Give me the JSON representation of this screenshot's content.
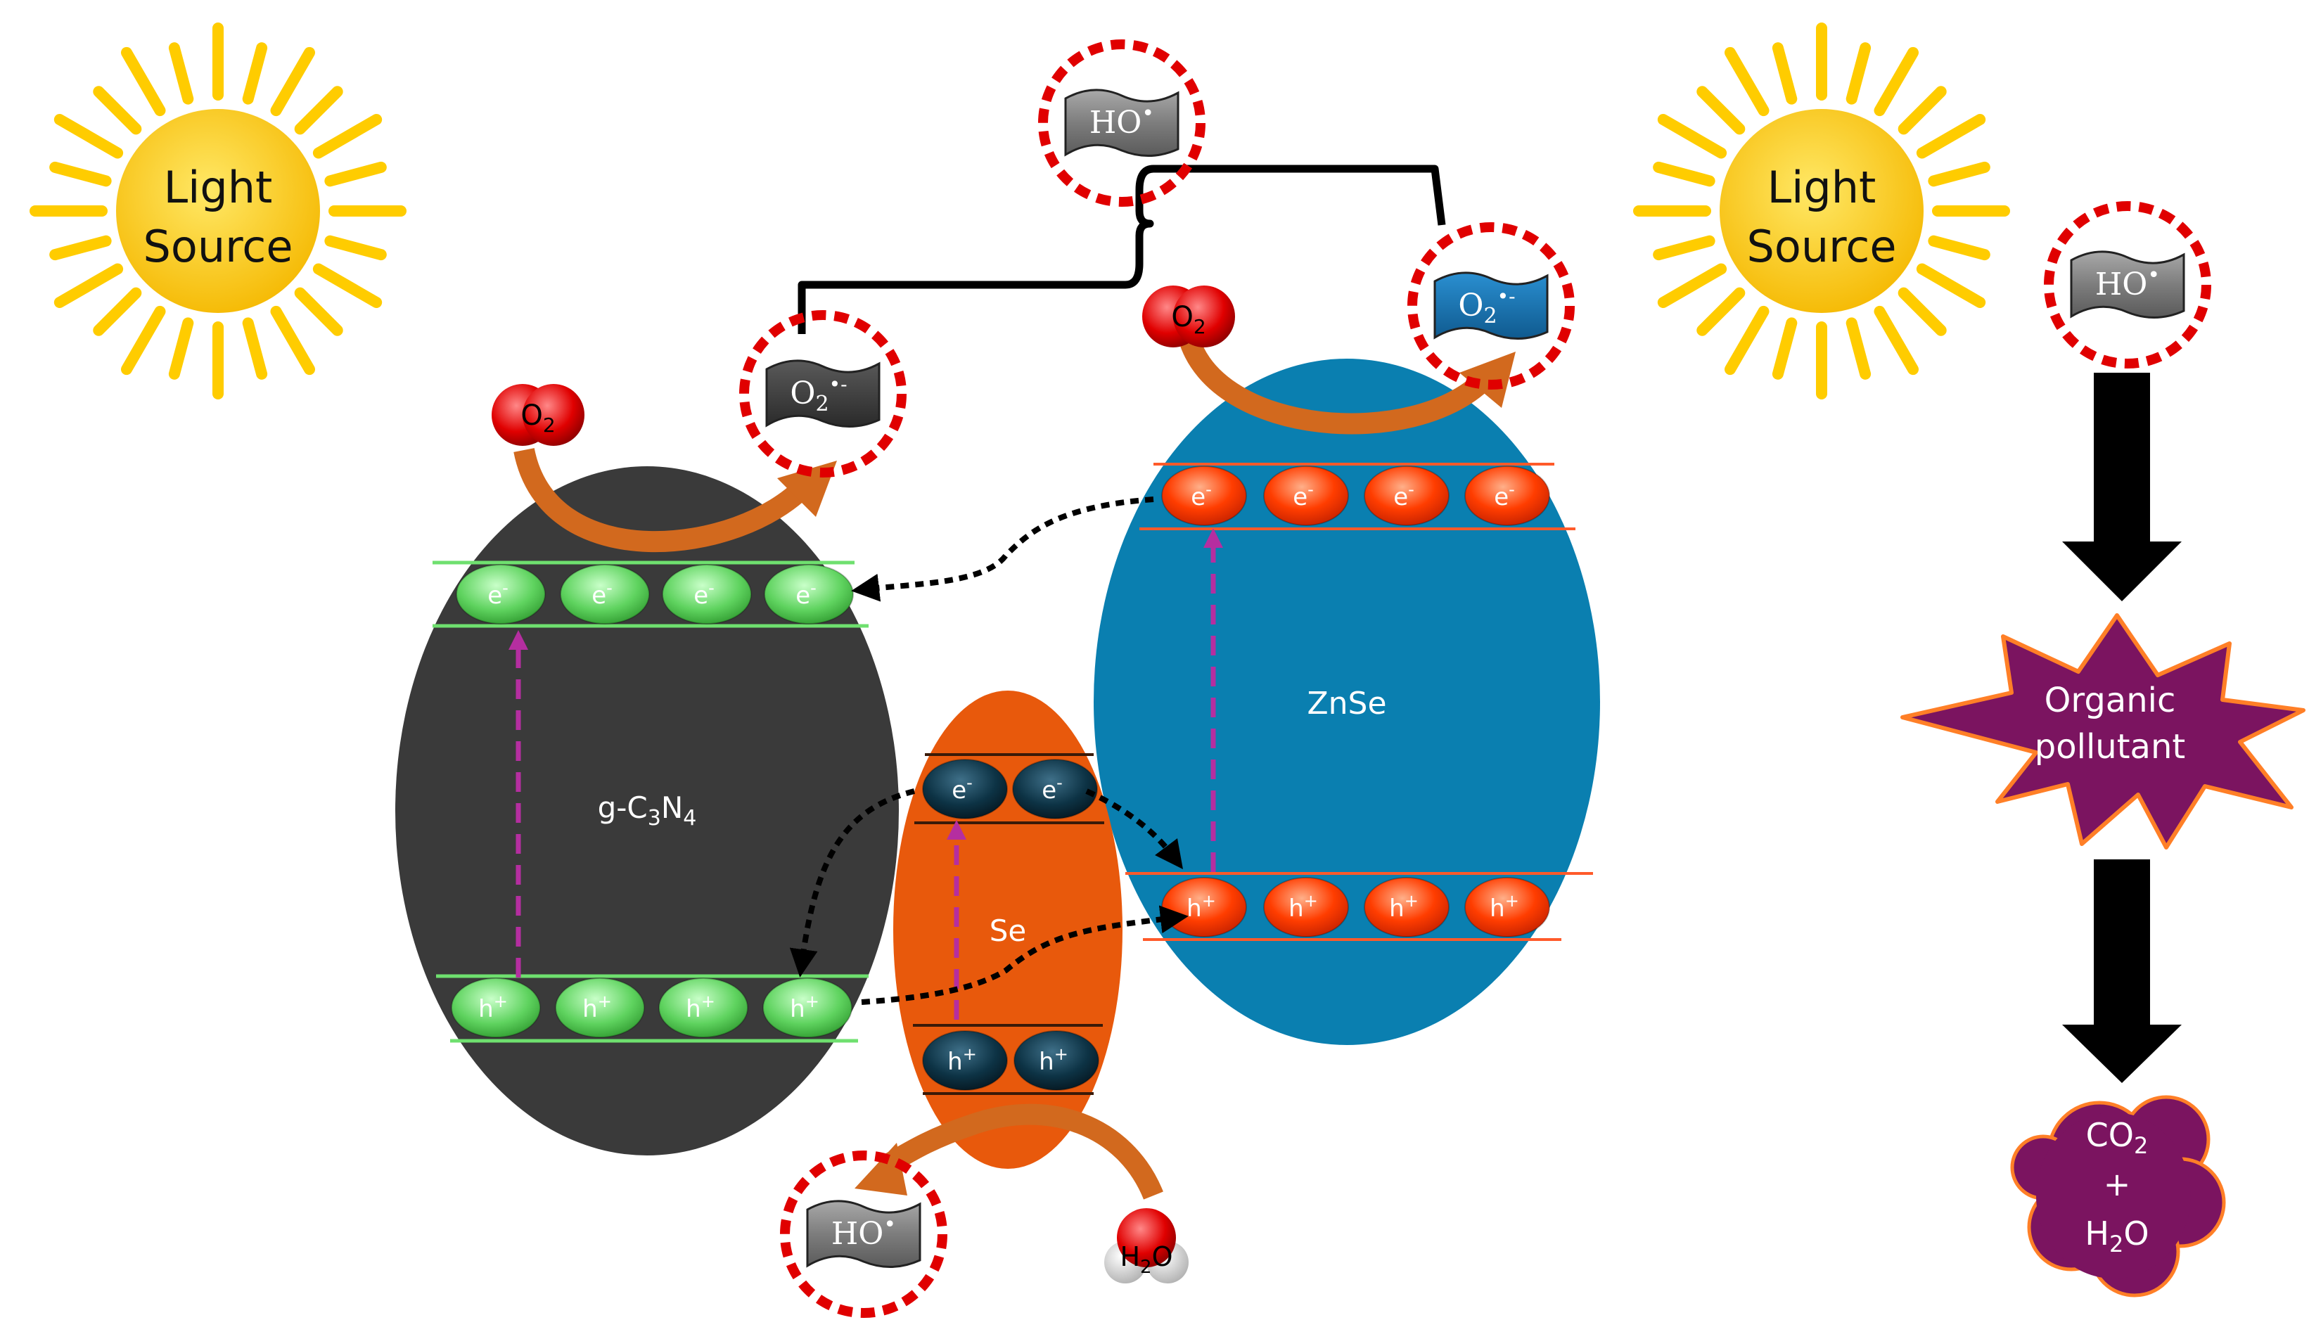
{
  "light_source": {
    "line1": "Light",
    "line2": "Source"
  },
  "materials": {
    "gcn_prefix": "g-C",
    "gcn_sub1": "3",
    "gcn_mid": "N",
    "gcn_sub2": "4",
    "se": "Se",
    "znse": "ZnSe"
  },
  "carriers": {
    "electron": "e",
    "electron_sup": "-",
    "hole": "h",
    "hole_sup": "+"
  },
  "species": {
    "o2": "O",
    "o2_sub": "2",
    "superoxide": "O",
    "superoxide_sub": "2",
    "superoxide_sup": "•-",
    "hydroxyl": "HO",
    "hydroxyl_sup": "•",
    "water_h": "H",
    "water_sub": "2",
    "water_o": "O"
  },
  "flow": {
    "pollutant_line1": "Organic",
    "pollutant_line2": "pollutant",
    "product_line1_main": "CO",
    "product_line1_sub": "2",
    "product_plus": "+",
    "product_line3_h": "H",
    "product_line3_sub": "2",
    "product_line3_o": "O"
  },
  "colors": {
    "sun": "#ffcc00",
    "sun_core": "#f9c400",
    "gcn": "#3a3a3a",
    "se": "#e8590c",
    "znse": "#0a7fb0",
    "green_carrier": "#5fd35f",
    "red_carrier": "#ff3300",
    "navy_carrier": "#0d3345",
    "pollutant": "#7b1460",
    "pollutant_edge": "#ff7f27",
    "transfer_arrow": "#d2691e",
    "excitation": "#b52ea0"
  }
}
